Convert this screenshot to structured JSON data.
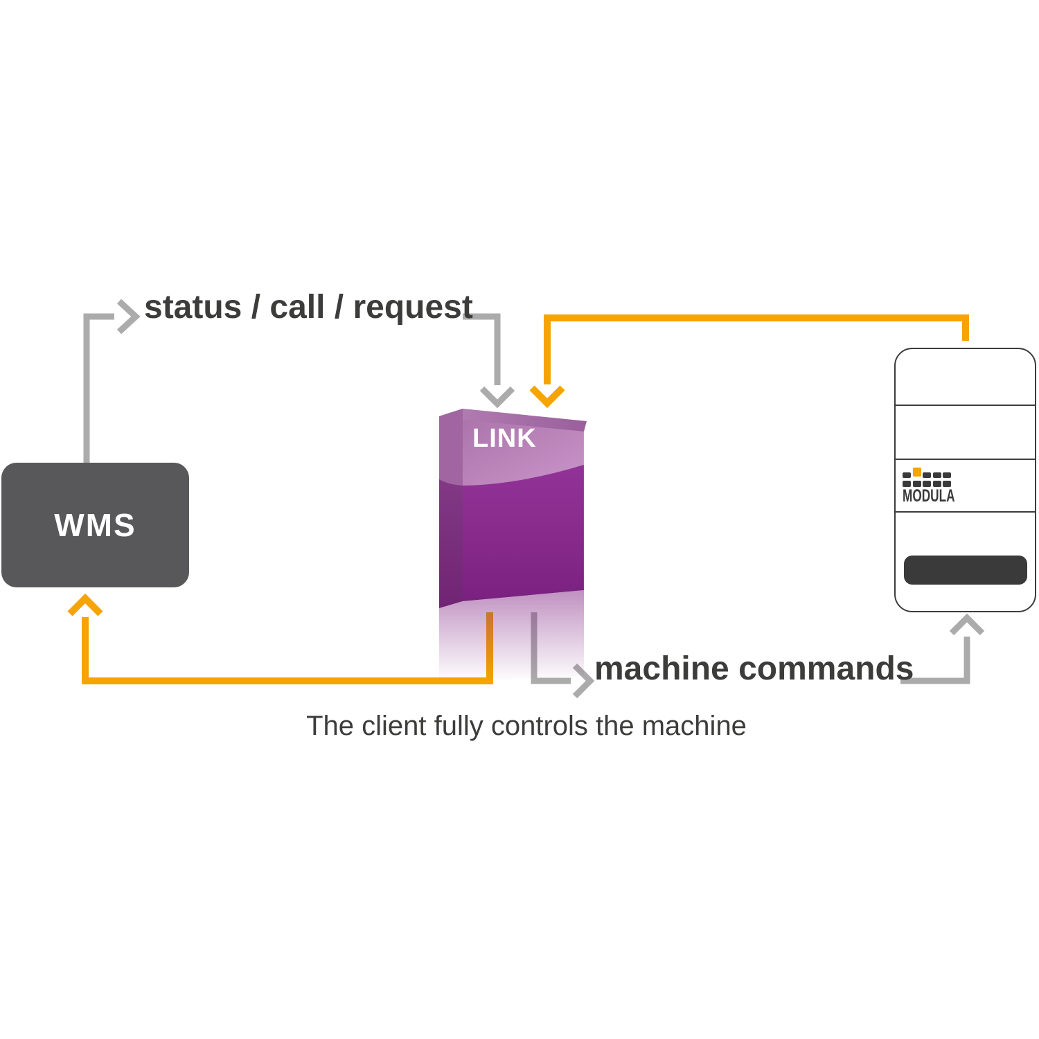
{
  "diagram": {
    "nodes": {
      "wms": {
        "label": "WMS",
        "fill": "#58585A"
      },
      "link": {
        "label": "LINK",
        "purple_dark": "#8B2C8F",
        "purple_light": "#B57FB5"
      },
      "machine": {
        "brand": "MODULA",
        "outline": "#3C3C3B",
        "logo_accent": "#F5A400"
      }
    },
    "flow_labels": {
      "status": "status / call / request",
      "commands": "machine commands"
    },
    "caption": "The client fully controls the machine",
    "arrows": [
      {
        "name": "wms-to-link",
        "color": "#ABABAB"
      },
      {
        "name": "machine-to-link",
        "color": "#F5A400"
      },
      {
        "name": "link-to-wms",
        "color": "#F5A400"
      },
      {
        "name": "link-to-machine",
        "color": "#ABABAB"
      }
    ],
    "colors": {
      "accent_orange": "#F5A400",
      "arrow_gray": "#ABABAB",
      "text_dark": "#3C3C3B",
      "background": "#FFFFFF"
    }
  }
}
